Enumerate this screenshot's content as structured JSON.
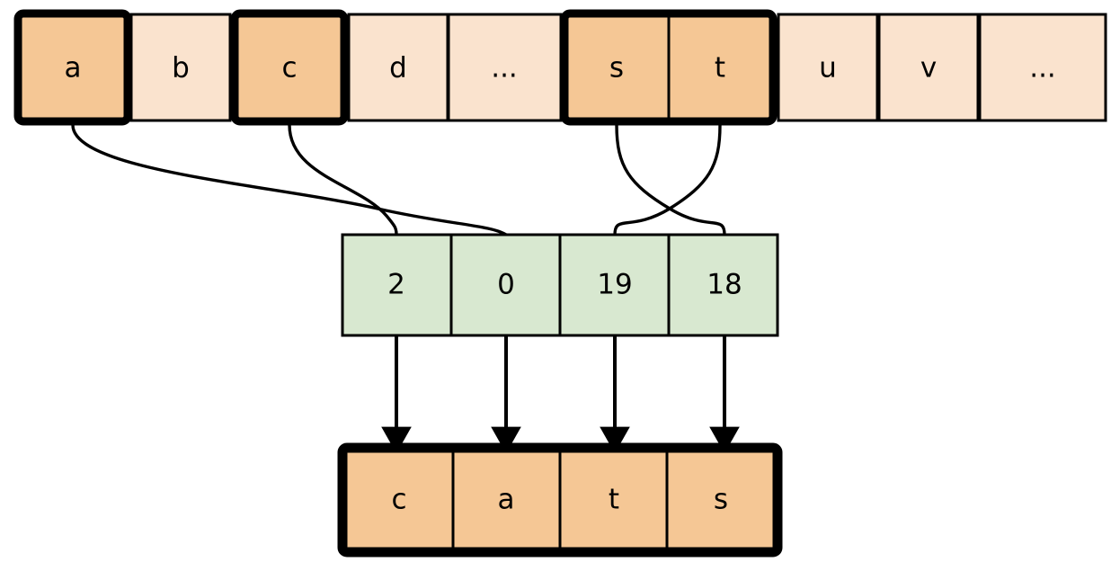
{
  "diagram": {
    "title": "character-index-lookup-diagram",
    "colors": {
      "alphabet_fill": "#FAE3CE",
      "alphabet_highlight_fill": "#F5C795",
      "index_fill": "#D8E8D0",
      "output_fill": "#F5C795",
      "stroke": "#000000",
      "background": "#FFFFFF"
    },
    "alphabet_row": {
      "name": "alphabet-strip",
      "cells": [
        {
          "label": "a",
          "highlighted": true
        },
        {
          "label": "b",
          "highlighted": false
        },
        {
          "label": "c",
          "highlighted": true
        },
        {
          "label": "d",
          "highlighted": false
        },
        {
          "label": "...",
          "highlighted": false
        },
        {
          "label": "s",
          "highlighted": true
        },
        {
          "label": "t",
          "highlighted": true
        },
        {
          "label": "u",
          "highlighted": false
        },
        {
          "label": "v",
          "highlighted": false
        },
        {
          "label": "...",
          "highlighted": false
        }
      ]
    },
    "index_row": {
      "name": "index-array",
      "cells": [
        {
          "value": "2"
        },
        {
          "value": "0"
        },
        {
          "value": "19"
        },
        {
          "value": "18"
        }
      ]
    },
    "output_row": {
      "name": "output-word",
      "cells": [
        {
          "label": "c"
        },
        {
          "label": "a"
        },
        {
          "label": "t"
        },
        {
          "label": "s"
        }
      ]
    },
    "connections": [
      {
        "from": "a",
        "to": "0"
      },
      {
        "from": "c",
        "to": "2"
      },
      {
        "from": "s",
        "to": "18"
      },
      {
        "from": "t",
        "to": "19"
      }
    ],
    "arrows": [
      {
        "from": "2",
        "to": "c"
      },
      {
        "from": "0",
        "to": "a"
      },
      {
        "from": "19",
        "to": "t"
      },
      {
        "from": "18",
        "to": "s"
      }
    ]
  }
}
